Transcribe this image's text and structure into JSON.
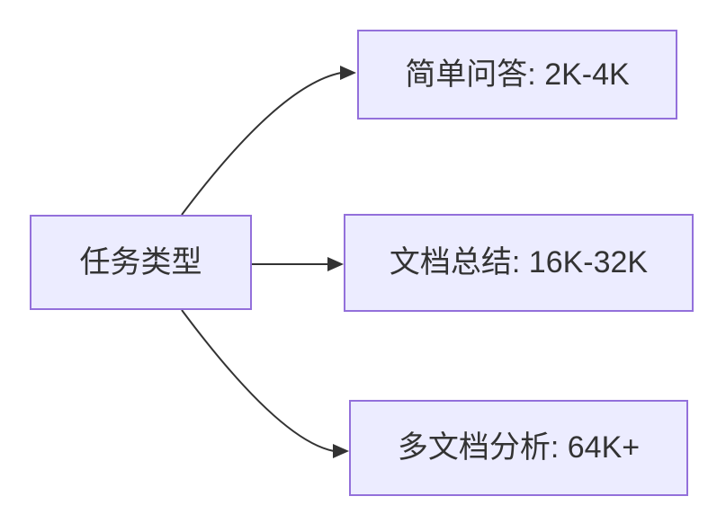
{
  "diagram": {
    "type": "flowchart-left-to-right",
    "colors": {
      "background": "#ffffff",
      "node_fill": "#ECECFF",
      "node_border": "#9370DB",
      "line_color": "#333333",
      "text_color": "#333333"
    },
    "root": {
      "label": "任务类型"
    },
    "branches": [
      {
        "label": "简单问答: 2K-4K"
      },
      {
        "label": "文档总结: 16K-32K"
      },
      {
        "label": "多文档分析: 64K+"
      }
    ],
    "edges": [
      {
        "from": "任务类型",
        "to": "简单问答: 2K-4K"
      },
      {
        "from": "任务类型",
        "to": "文档总结: 16K-32K"
      },
      {
        "from": "任务类型",
        "to": "多文档分析: 64K+"
      }
    ]
  }
}
